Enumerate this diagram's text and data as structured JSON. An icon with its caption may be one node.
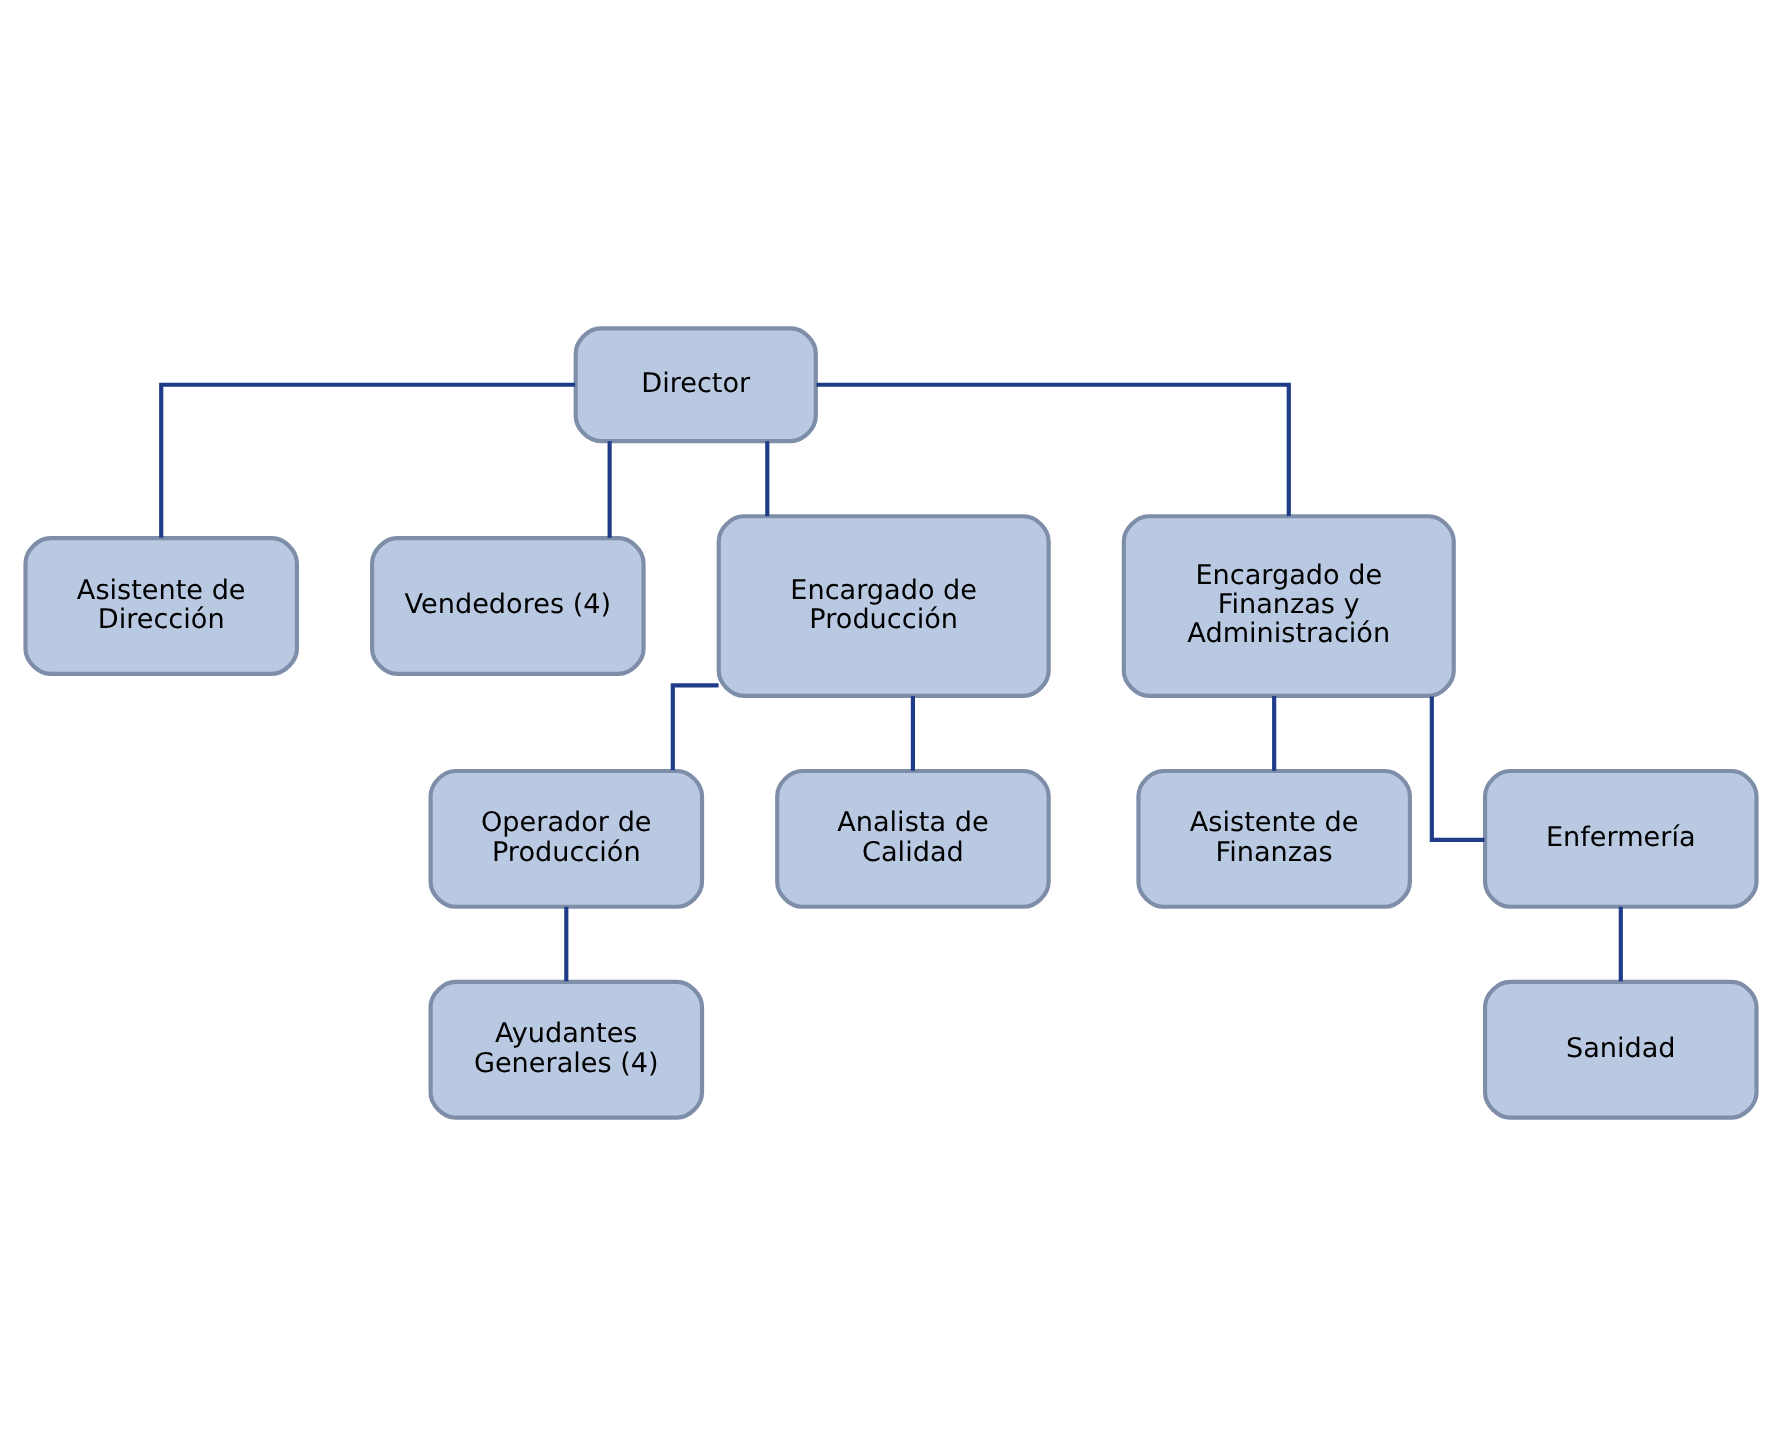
{
  "diagram": {
    "nodes": [
      {
        "text": [
          "Director"
        ]
      },
      {
        "text": [
          "Asistente de Dirección"
        ]
      },
      {
        "text": [
          "Vendedores (4)"
        ]
      },
      {
        "text": [
          "Encargado de Producción"
        ]
      },
      {
        "text": [
          "Encargado de Finanzas y Administración"
        ]
      },
      {
        "text": [
          "Operador de Producción"
        ]
      },
      {
        "text": [
          "Analista de Calidad"
        ]
      },
      {
        "text": [
          "Ayudantes Generales (4)"
        ]
      },
      {
        "text": [
          "Asistente de Finanzas"
        ]
      },
      {
        "text": [
          "Enfermería"
        ]
      },
      {
        "text": [
          "Sanidad"
        ]
      }
    ],
    "edges": [
      {
        "from": 0,
        "to": 1,
        "arrow": "none"
      },
      {
        "from": 0,
        "to": 2,
        "arrow": "none"
      },
      {
        "from": 0,
        "to": 3,
        "arrow": "none"
      },
      {
        "from": 0,
        "to": 4,
        "arrow": "none"
      },
      {
        "from": 3,
        "to": 5,
        "arrow": "none"
      },
      {
        "from": 3,
        "to": 6,
        "arrow": "none"
      },
      {
        "from": 5,
        "to": 7,
        "arrow": "none"
      },
      {
        "from": 4,
        "to": 8,
        "arrow": "none"
      },
      {
        "from": 4,
        "to": 9,
        "arrow": "none"
      },
      {
        "from": 9,
        "to": 10,
        "arrow": "none"
      }
    ]
  }
}
